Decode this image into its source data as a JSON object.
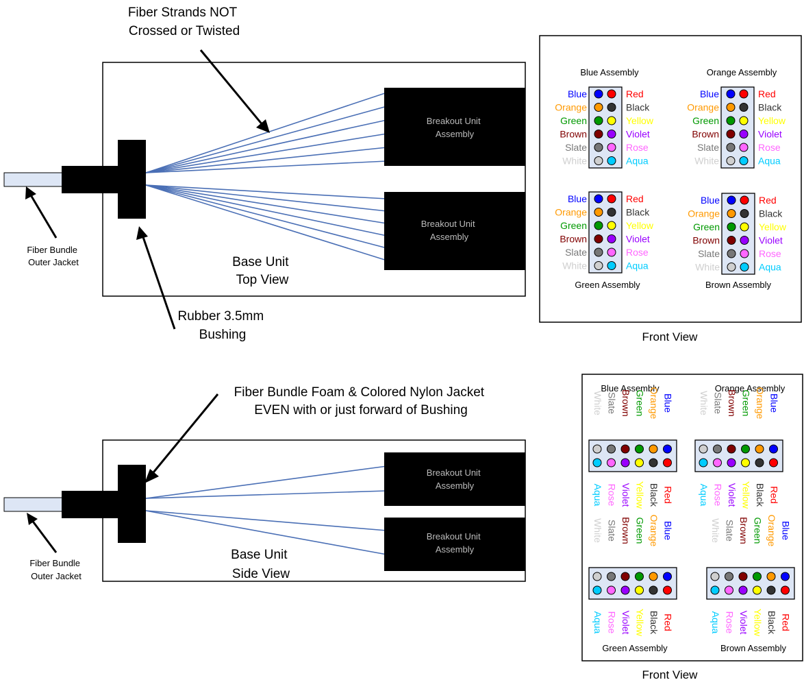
{
  "palette": {
    "fiber": "#4a6fb5",
    "block": "#000000",
    "jacket_fill": "#dde6f5",
    "panel_fill": "#dde6f5",
    "frame": "#000000"
  },
  "labels": {
    "fiber_strands": [
      "Fiber Strands NOT",
      "Crossed or Twisted"
    ],
    "breakout_unit": [
      "Breakout Unit",
      "Assembly"
    ],
    "jacket_label": [
      "Fiber Bundle",
      "Outer Jacket"
    ],
    "bushing": [
      "Rubber 3.5mm",
      "Bushing"
    ],
    "top_view": [
      "Base Unit",
      "Top View"
    ],
    "side_view": [
      "Base Unit",
      "Side View"
    ],
    "foam_jacket": [
      "Fiber Bundle Foam & Colored Nylon Jacket",
      "EVEN with or just forward of Bushing"
    ],
    "front_view": "Front View"
  },
  "assemblies": {
    "blue": "Blue Assembly",
    "orange": "Orange Assembly",
    "green": "Green Assembly",
    "brown": "Brown Assembly"
  },
  "fiber_colors": {
    "left": [
      {
        "name": "Blue",
        "color": "#0000ff"
      },
      {
        "name": "Orange",
        "color": "#ff9900"
      },
      {
        "name": "Green",
        "color": "#009900"
      },
      {
        "name": "Brown",
        "color": "#800000"
      },
      {
        "name": "Slate",
        "color": "#777777"
      },
      {
        "name": "White",
        "color": "#cfcfcf"
      }
    ],
    "right": [
      {
        "name": "Red",
        "color": "#ff0000"
      },
      {
        "name": "Black",
        "color": "#333333"
      },
      {
        "name": "Yellow",
        "color": "#ffff00"
      },
      {
        "name": "Violet",
        "color": "#9900ff"
      },
      {
        "name": "Rose",
        "color": "#ff66ff"
      },
      {
        "name": "Aqua",
        "color": "#00ccff"
      }
    ]
  }
}
